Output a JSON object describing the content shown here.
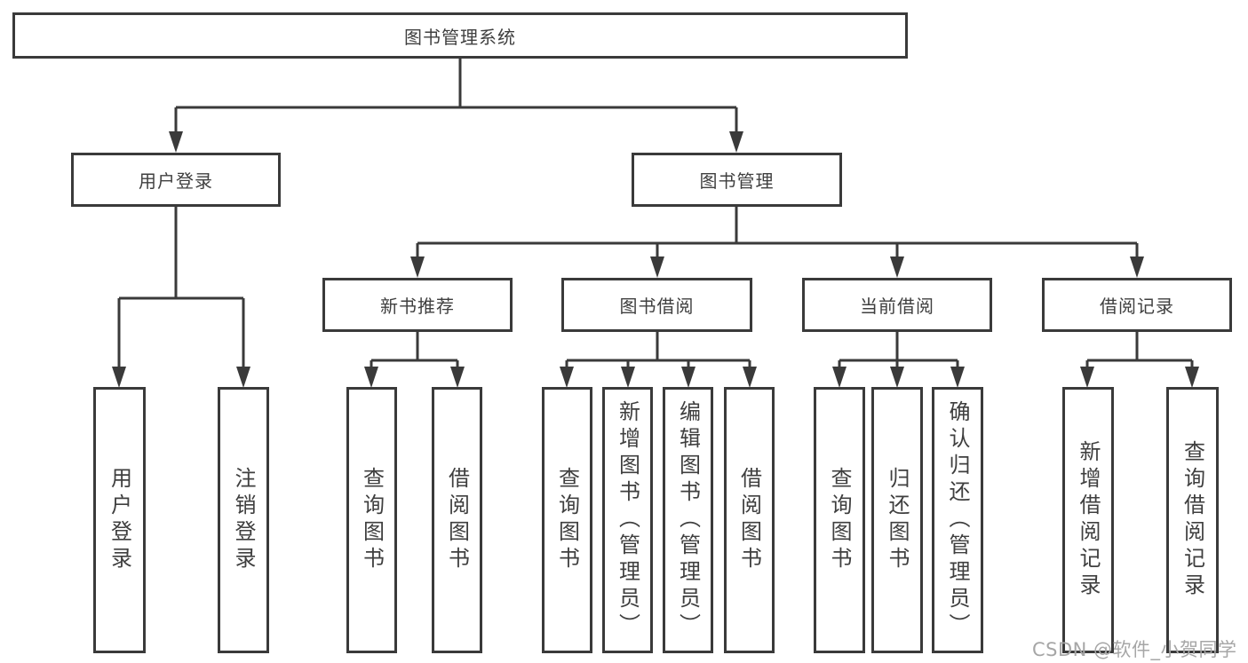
{
  "diagram": {
    "root": {
      "label": "图书管理系统"
    },
    "level1": [
      {
        "label": "用户登录",
        "children": [
          {
            "label": "用户登录"
          },
          {
            "label": "注销登录"
          }
        ]
      },
      {
        "label": "图书管理",
        "children": [
          {
            "label": "新书推荐",
            "children": [
              {
                "label": "查询图书"
              },
              {
                "label": "借阅图书"
              }
            ]
          },
          {
            "label": "图书借阅",
            "children": [
              {
                "label": "查询图书"
              },
              {
                "label": "新增图书（管理员）"
              },
              {
                "label": "编辑图书（管理员）"
              },
              {
                "label": "借阅图书"
              }
            ]
          },
          {
            "label": "当前借阅",
            "children": [
              {
                "label": "查询图书"
              },
              {
                "label": "归还图书"
              },
              {
                "label": "确认归还（管理员）"
              }
            ]
          },
          {
            "label": "借阅记录",
            "children": [
              {
                "label": "新增借阅记录"
              },
              {
                "label": "查询借阅记录"
              }
            ]
          }
        ]
      }
    ]
  },
  "watermark": {
    "text": "CSDN @软件_小贺同学"
  },
  "colors": {
    "line": "#3a3a3a",
    "text": "#3f3f3f",
    "box_background": "#ffffff",
    "page_background": "#ffffff",
    "watermark": "#a6a6a6"
  }
}
